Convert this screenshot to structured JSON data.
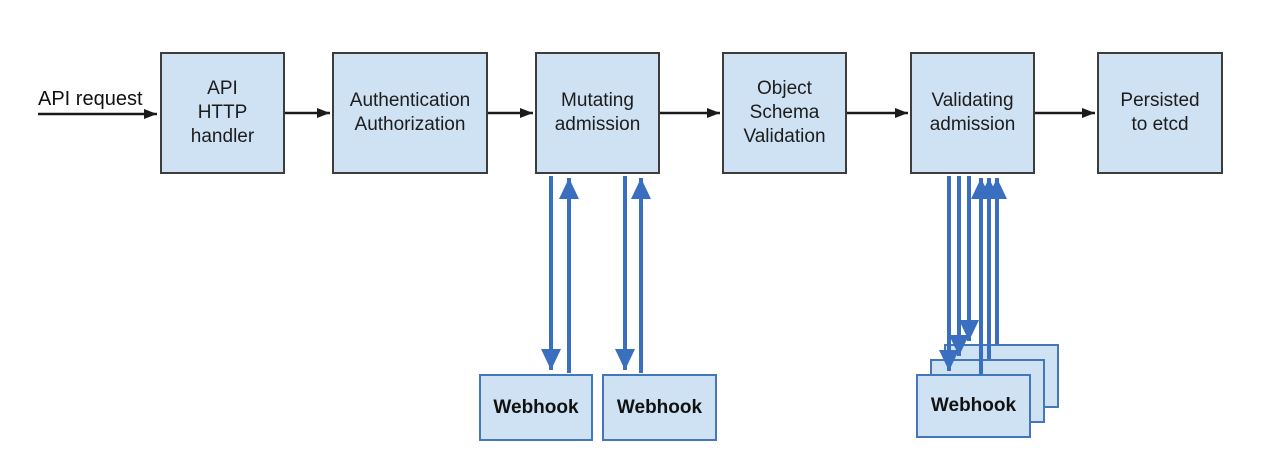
{
  "diagram_type": "flowchart",
  "edge_label": "API request",
  "nodes": {
    "api_http_handler": "API\nHTTP\nhandler",
    "authentication_authorization": "Authentication\nAuthorization",
    "mutating_admission": "Mutating\nadmission",
    "object_schema_validation": "Object\nSchema\nValidation",
    "validating_admission": "Validating\nadmission",
    "persisted_to_etcd": "Persisted\nto etcd",
    "webhook": "Webhook"
  },
  "colors": {
    "node_fill": "#cfe2f3",
    "node_border": "#3d3d3d",
    "webhook_border": "#4476bb",
    "arrow_blue": "#3a6ebf",
    "arrow_black": "#1a1a1a"
  }
}
